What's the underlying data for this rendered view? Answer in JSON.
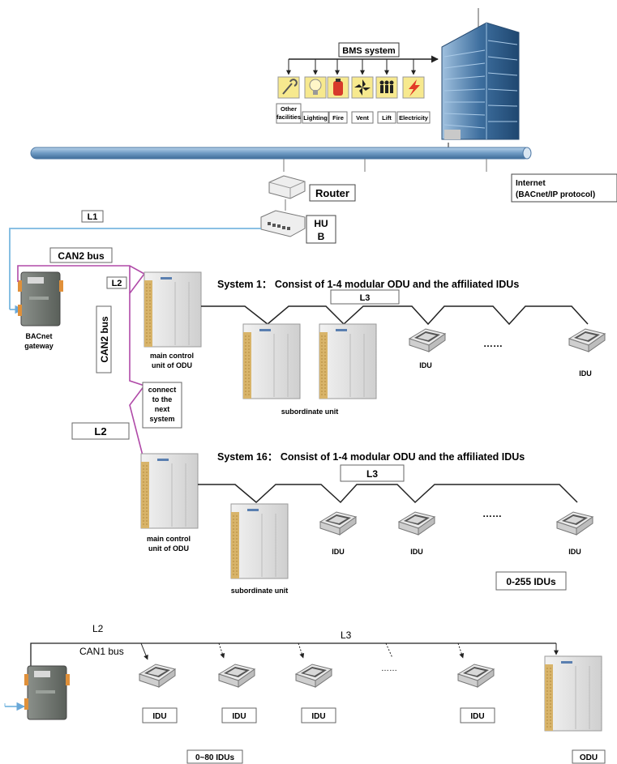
{
  "bms": {
    "title": "BMS system",
    "facilities": [
      {
        "label": "Other facilities",
        "icon": "wrench-icon"
      },
      {
        "label": "Lighting",
        "icon": "bulb-icon"
      },
      {
        "label": "Fire",
        "icon": "extinguisher-icon"
      },
      {
        "label": "Vent",
        "icon": "fan-icon"
      },
      {
        "label": "Lift",
        "icon": "people-icon"
      },
      {
        "label": "Electricity",
        "icon": "lightning-icon"
      }
    ],
    "other_line1": "Other",
    "other_line2": "facilities"
  },
  "internet": {
    "line1": "Internet",
    "line2": "(BACnet/IP protocol)"
  },
  "router": "Router",
  "hub": {
    "line1": "HU",
    "line2": "B"
  },
  "links": {
    "l1": "L1",
    "l2": "L2",
    "l3": "L3",
    "can2": "CAN2 bus",
    "can1": "CAN1 bus"
  },
  "gateway": {
    "line1": "BACnet",
    "line2": "gateway"
  },
  "system1": {
    "title": "System 1： Consist of 1-4 modular ODU and the affiliated IDUs",
    "main_line1": "main control",
    "main_line2": "unit of ODU",
    "subordinate": "subordinate unit",
    "idu": "IDU",
    "ellipsis": "……"
  },
  "connect_next": [
    "connect",
    "to the",
    "next",
    "system"
  ],
  "system16": {
    "title": "System 16： Consist of 1-4 modular ODU and the affiliated IDUs",
    "main_line1": "main control",
    "main_line2": "unit of ODU",
    "subordinate": "subordinate unit",
    "idu": "IDU",
    "ellipsis": "……",
    "count": "0-255 IDUs"
  },
  "bottom": {
    "idu": "IDU",
    "ellipsis": "……",
    "count": "0~80 IDUs",
    "odu": "ODU"
  },
  "colors": {
    "backbone": "#6f9bc4",
    "cable_blue": "#7ab8e0",
    "can_bus": "#b04aa8",
    "wire": "#222222",
    "building": "#3d6e9e"
  }
}
